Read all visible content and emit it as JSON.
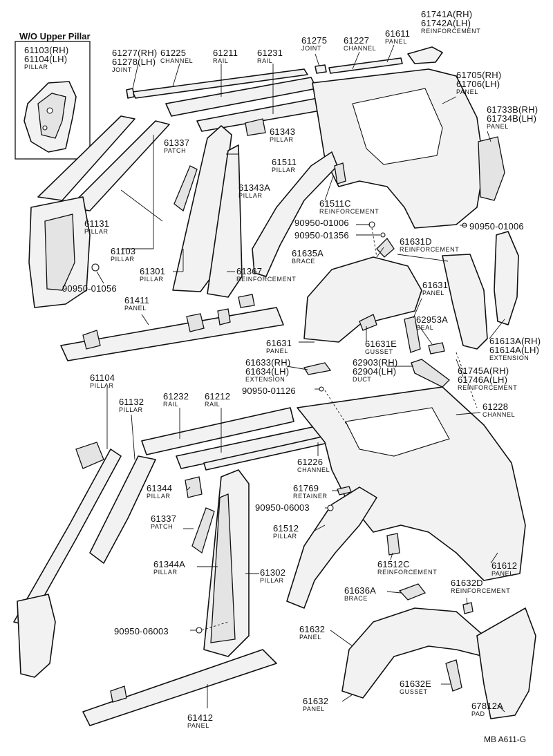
{
  "inset": {
    "title": "W/O Upper Pillar"
  },
  "footer": "MB A611-G",
  "labels": [
    {
      "id": "l61103",
      "lines": [
        "61103(RH)",
        "61104(LH)"
      ],
      "name": "PILLAR"
    },
    {
      "id": "l61277",
      "lines": [
        "61277(RH)",
        "61278(LH)"
      ],
      "name": "JOINT"
    },
    {
      "id": "l61225",
      "lines": [
        "61225"
      ],
      "name": "CHANNEL"
    },
    {
      "id": "l61211",
      "lines": [
        "61211"
      ],
      "name": "RAIL"
    },
    {
      "id": "l61231",
      "lines": [
        "61231"
      ],
      "name": "RAIL"
    },
    {
      "id": "l61275",
      "lines": [
        "61275"
      ],
      "name": "JOINT"
    },
    {
      "id": "l61227",
      "lines": [
        "61227"
      ],
      "name": "CHANNEL"
    },
    {
      "id": "l61611",
      "lines": [
        "61611"
      ],
      "name": "PANEL"
    },
    {
      "id": "l61741",
      "lines": [
        "61741A(RH)",
        "61742A(LH)"
      ],
      "name": "REINFORCEMENT"
    },
    {
      "id": "l61705",
      "lines": [
        "61705(RH)",
        "61706(LH)"
      ],
      "name": "PANEL"
    },
    {
      "id": "l61733",
      "lines": [
        "61733B(RH)",
        "61734B(LH)"
      ],
      "name": "PANEL"
    },
    {
      "id": "l61343",
      "lines": [
        "61343"
      ],
      "name": "PILLAR"
    },
    {
      "id": "l61337a",
      "lines": [
        "61337"
      ],
      "name": "PATCH"
    },
    {
      "id": "l61511",
      "lines": [
        "61511"
      ],
      "name": "PILLAR"
    },
    {
      "id": "l61343A",
      "lines": [
        "61343A"
      ],
      "name": "PILLAR"
    },
    {
      "id": "l61511C",
      "lines": [
        "61511C"
      ],
      "name": "REINFORCEMENT"
    },
    {
      "id": "l9095001006a",
      "lines": [
        "90950-01006"
      ],
      "name": ""
    },
    {
      "id": "l9095001006b",
      "lines": [
        "90950-01006"
      ],
      "name": ""
    },
    {
      "id": "l9095001356",
      "lines": [
        "90950-01356"
      ],
      "name": ""
    },
    {
      "id": "l61131",
      "lines": [
        "61131"
      ],
      "name": "PILLAR"
    },
    {
      "id": "l61103b",
      "lines": [
        "61103"
      ],
      "name": "PILLAR"
    },
    {
      "id": "l61635A",
      "lines": [
        "61635A"
      ],
      "name": "BRACE"
    },
    {
      "id": "l61631D",
      "lines": [
        "61631D"
      ],
      "name": "REINFORCEMENT"
    },
    {
      "id": "l61301",
      "lines": [
        "61301"
      ],
      "name": "PILLAR"
    },
    {
      "id": "l61367",
      "lines": [
        "61367"
      ],
      "name": "REINFORCEMENT"
    },
    {
      "id": "l9095001056",
      "lines": [
        "90950-01056"
      ],
      "name": ""
    },
    {
      "id": "l61411",
      "lines": [
        "61411"
      ],
      "name": "PANEL"
    },
    {
      "id": "l61631a",
      "lines": [
        "61631"
      ],
      "name": "PANEL"
    },
    {
      "id": "l62953A",
      "lines": [
        "62953A"
      ],
      "name": "SEAL"
    },
    {
      "id": "l61631b",
      "lines": [
        "61631"
      ],
      "name": "PANEL"
    },
    {
      "id": "l61631E",
      "lines": [
        "61631E"
      ],
      "name": "GUSSET"
    },
    {
      "id": "l61613A",
      "lines": [
        "61613A(RH)",
        "61614A(LH)"
      ],
      "name": "EXTENSION"
    },
    {
      "id": "l61633",
      "lines": [
        "61633(RH)",
        "61634(LH)"
      ],
      "name": "EXTENSION"
    },
    {
      "id": "l62903",
      "lines": [
        "62903(RH)",
        "62904(LH)"
      ],
      "name": "DUCT"
    },
    {
      "id": "l61745A",
      "lines": [
        "61745A(RH)",
        "61746A(LH)"
      ],
      "name": "REINFORCEMENT"
    },
    {
      "id": "l9095001126",
      "lines": [
        "90950-01126"
      ],
      "name": ""
    },
    {
      "id": "l61104",
      "lines": [
        "61104"
      ],
      "name": "PILLAR"
    },
    {
      "id": "l61132",
      "lines": [
        "61132"
      ],
      "name": "PILLAR"
    },
    {
      "id": "l61232",
      "lines": [
        "61232"
      ],
      "name": "RAIL"
    },
    {
      "id": "l61212",
      "lines": [
        "61212"
      ],
      "name": "RAIL"
    },
    {
      "id": "l61228",
      "lines": [
        "61228"
      ],
      "name": "CHANNEL"
    },
    {
      "id": "l61226",
      "lines": [
        "61226"
      ],
      "name": "CHANNEL"
    },
    {
      "id": "l61344",
      "lines": [
        "61344"
      ],
      "name": "PILLAR"
    },
    {
      "id": "l61769",
      "lines": [
        "61769"
      ],
      "name": "RETAINER"
    },
    {
      "id": "l9095006003a",
      "lines": [
        "90950-06003"
      ],
      "name": ""
    },
    {
      "id": "l61337b",
      "lines": [
        "61337"
      ],
      "name": "PATCH"
    },
    {
      "id": "l61512",
      "lines": [
        "61512"
      ],
      "name": "PILLAR"
    },
    {
      "id": "l61344A",
      "lines": [
        "61344A"
      ],
      "name": "PILLAR"
    },
    {
      "id": "l61302",
      "lines": [
        "61302"
      ],
      "name": "PILLAR"
    },
    {
      "id": "l61512C",
      "lines": [
        "61512C"
      ],
      "name": "REINFORCEMENT"
    },
    {
      "id": "l61612",
      "lines": [
        "61612"
      ],
      "name": "PANEL"
    },
    {
      "id": "l61636A",
      "lines": [
        "61636A"
      ],
      "name": "BRACE"
    },
    {
      "id": "l61632D",
      "lines": [
        "61632D"
      ],
      "name": "REINFORCEMENT"
    },
    {
      "id": "l9095006003b",
      "lines": [
        "90950-06003"
      ],
      "name": ""
    },
    {
      "id": "l61632a",
      "lines": [
        "61632"
      ],
      "name": "PANEL"
    },
    {
      "id": "l61632E",
      "lines": [
        "61632E"
      ],
      "name": "GUSSET"
    },
    {
      "id": "l61632b",
      "lines": [
        "61632"
      ],
      "name": "PANEL"
    },
    {
      "id": "l67812A",
      "lines": [
        "67812A"
      ],
      "name": "PAD"
    },
    {
      "id": "l61412",
      "lines": [
        "61412"
      ],
      "name": "PANEL"
    }
  ]
}
